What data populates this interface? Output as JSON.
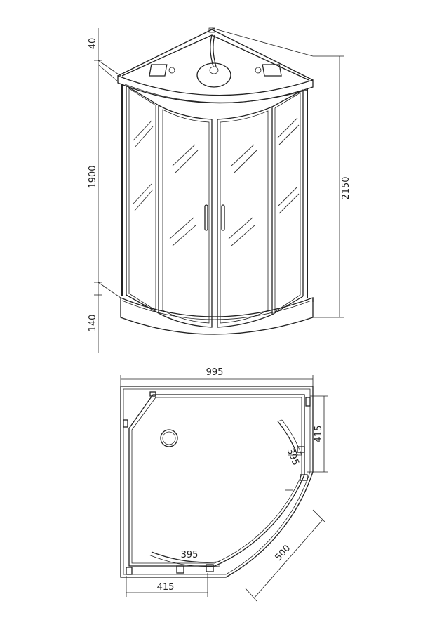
{
  "front_view": {
    "dims": {
      "roof_height": "40",
      "glass_height": "1900",
      "tray_height": "140",
      "total_height": "2150"
    }
  },
  "plan_view": {
    "dims": {
      "overall_width": "995",
      "side_415_right": "415",
      "arc_395_right": "395",
      "arc_395_bottom": "395",
      "side_415_bottom": "415",
      "radius_500": "500"
    }
  },
  "colors": {
    "line": "#222222",
    "background": "#ffffff"
  }
}
